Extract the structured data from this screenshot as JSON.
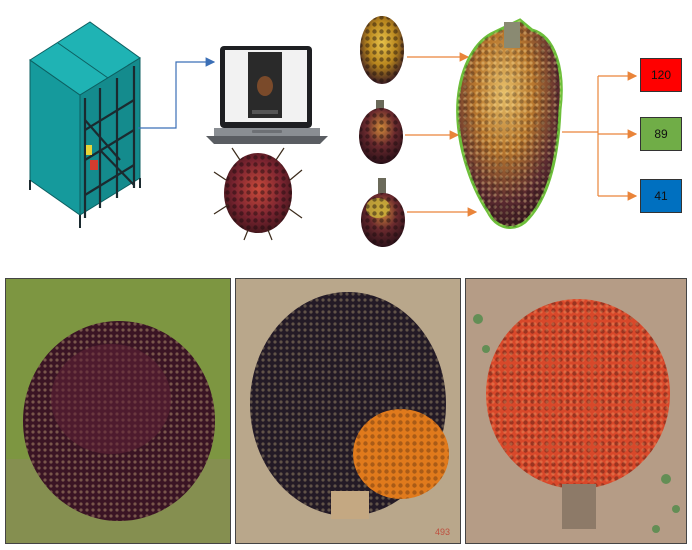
{
  "colors": {
    "cabinet_teal": "#159a9c",
    "cabinet_frame": "#1b2a2f",
    "laptop_body": "#6f7378",
    "arrow_blue": "#3b6fb6",
    "arrow_orange": "#e9843a",
    "crop_outline": "#6dbf3a",
    "box_red": "#ff0000",
    "box_green": "#70ad47",
    "box_blue": "#0070c0"
  },
  "counts": [
    {
      "label": "120",
      "color": "#ff0000"
    },
    {
      "label": "89",
      "color": "#70ad47"
    },
    {
      "label": "41",
      "color": "#0070c0"
    }
  ],
  "photos": {
    "watermark": "493"
  }
}
